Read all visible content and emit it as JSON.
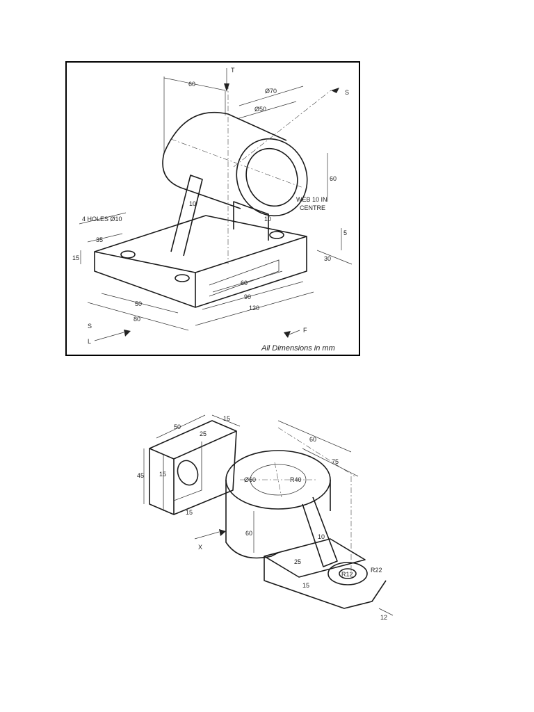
{
  "figure1": {
    "dimensions": [
      "60",
      "Ø70",
      "Ø50",
      "60",
      "10",
      "15",
      "35",
      "5",
      "30",
      "60",
      "90",
      "120",
      "50",
      "80",
      "10"
    ],
    "hole_note": "4 HOLES Ø10",
    "web_note_1": "WEB 10 IN",
    "web_note_2": "CENTRE",
    "view_arrows": [
      "T",
      "S",
      "S",
      "L",
      "F"
    ],
    "caption": "All Dimensions in mm"
  },
  "figure2": {
    "dimensions": [
      "50",
      "15",
      "25",
      "45",
      "15",
      "15",
      "60",
      "75",
      "Ø60",
      "R40",
      "60",
      "25",
      "15",
      "10",
      "R22",
      "R12",
      "12"
    ],
    "view_arrow": "X"
  }
}
